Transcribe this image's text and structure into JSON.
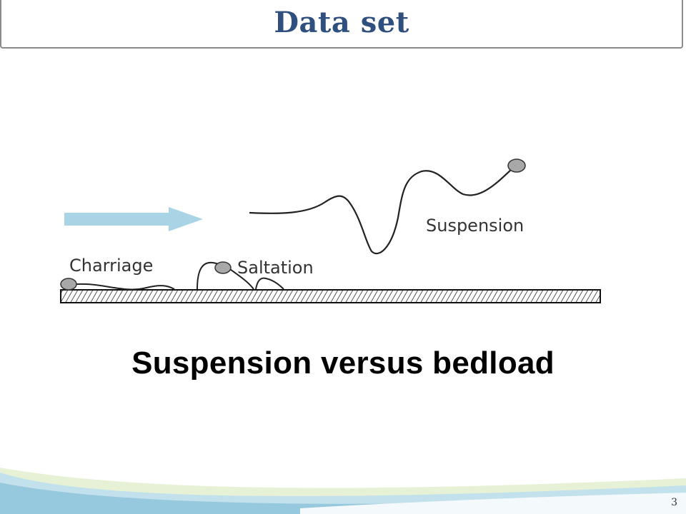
{
  "slide": {
    "title": "Data set",
    "caption": "Suspension versus bedload",
    "page_number": "3"
  },
  "diagram": {
    "labels": {
      "charriage": "Charriage",
      "saltation": "Saltation",
      "suspension": "Suspension"
    },
    "colors": {
      "flow_arrow": "#a9d4e6",
      "particle_fill": "#a8a8a8",
      "bed_stroke": "#111111",
      "label_text": "#333333"
    }
  },
  "decor": {
    "wave_colors": [
      "#dfeecb",
      "#b6dcea",
      "#8fc4dd"
    ]
  }
}
